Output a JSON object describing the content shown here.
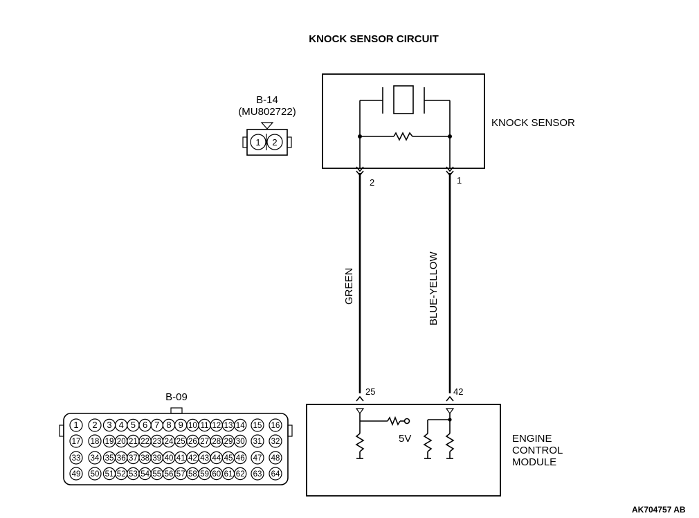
{
  "title": "KNOCK SENSOR CIRCUIT",
  "knock_sensor": {
    "label": "KNOCK SENSOR",
    "pin_left": "2",
    "pin_right": "1"
  },
  "connector_b14": {
    "name": "B-14",
    "part_number": "(MU802722)",
    "pins": [
      "1",
      "2"
    ]
  },
  "wires": {
    "left_color": "GREEN",
    "right_color": "BLUE-YELLOW"
  },
  "ecm": {
    "label_lines": [
      "ENGINE",
      "CONTROL",
      "MODULE"
    ],
    "pin_left": "25",
    "pin_right": "42",
    "voltage": "5V"
  },
  "connector_b09": {
    "name": "B-09",
    "pin_rows": [
      [
        "1",
        "2",
        "3",
        "4",
        "5",
        "6",
        "7",
        "8",
        "9",
        "10",
        "11",
        "12",
        "13",
        "14",
        "15",
        "16"
      ],
      [
        "17",
        "18",
        "19",
        "20",
        "21",
        "22",
        "23",
        "24",
        "25",
        "26",
        "27",
        "28",
        "29",
        "30",
        "31",
        "32"
      ],
      [
        "33",
        "34",
        "35",
        "36",
        "37",
        "38",
        "39",
        "40",
        "41",
        "42",
        "43",
        "44",
        "45",
        "46",
        "47",
        "48"
      ],
      [
        "49",
        "50",
        "51",
        "52",
        "53",
        "54",
        "55",
        "56",
        "57",
        "58",
        "59",
        "60",
        "61",
        "62",
        "63",
        "64"
      ]
    ]
  },
  "figure_ref": "AK704757 AB"
}
